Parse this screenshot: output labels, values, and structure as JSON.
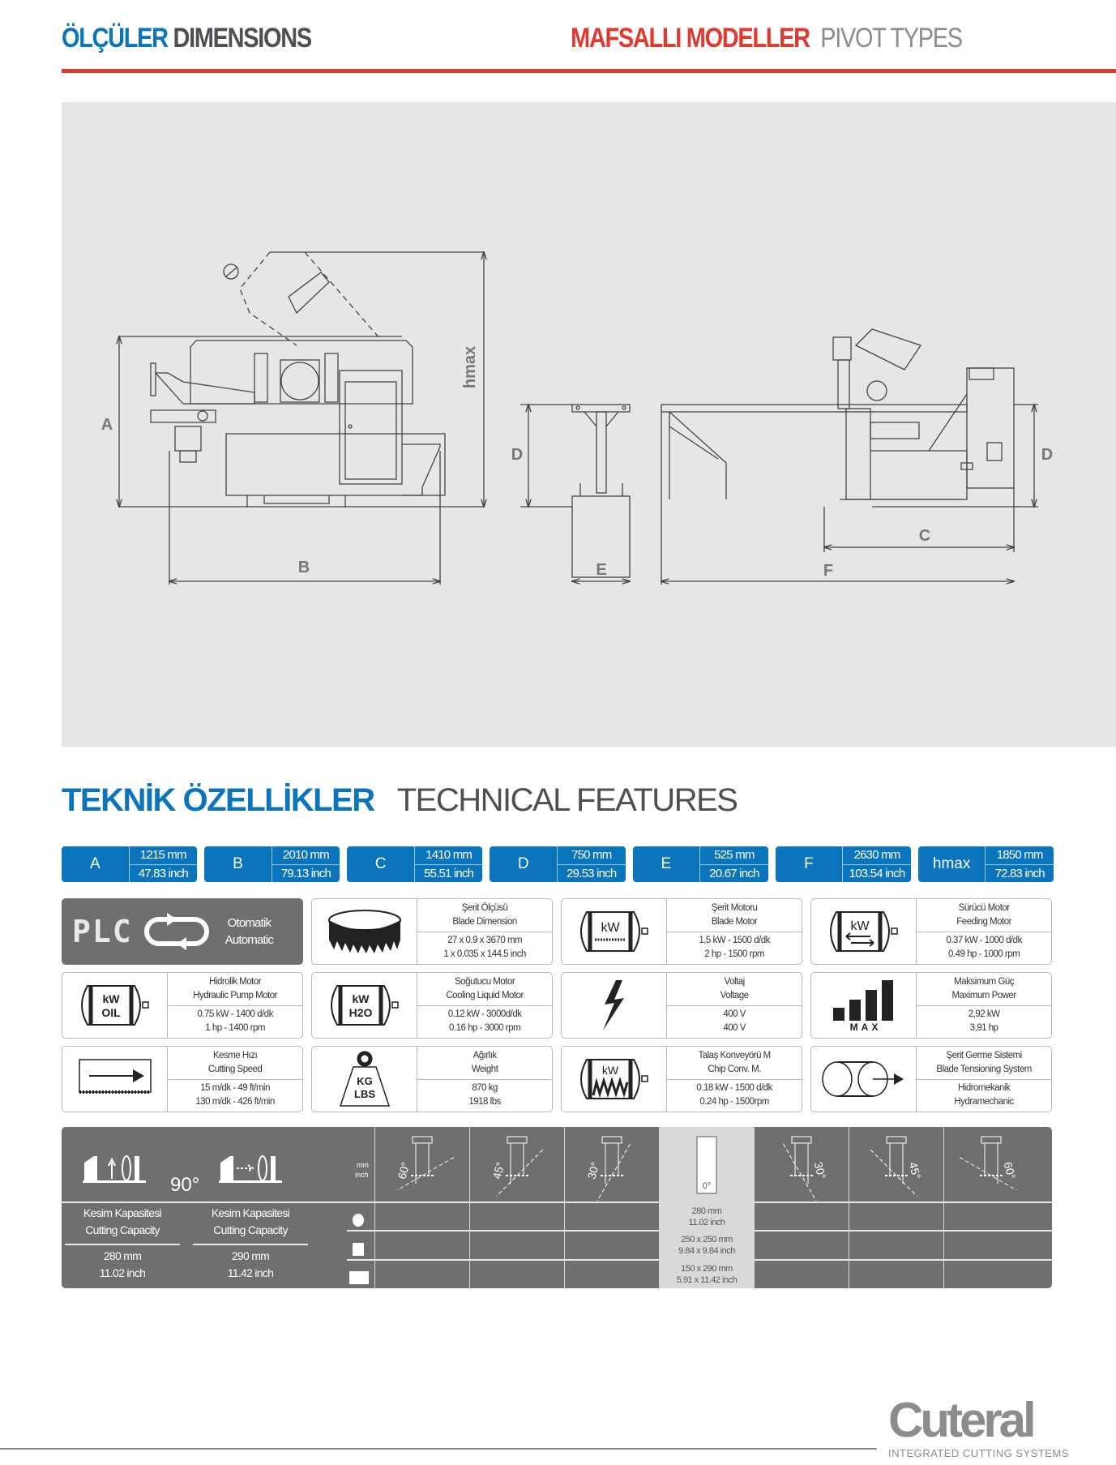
{
  "header": {
    "left_tr": "ÖLÇÜLER",
    "left_en": "DIMENSIONS",
    "right_tr": "MAFSALLI MODELLER",
    "right_en": "PIVOT TYPES"
  },
  "drawing": {
    "labels": {
      "a": "A",
      "b": "B",
      "hmax": "hmax",
      "d1": "D",
      "e": "E",
      "d2": "D",
      "c": "C",
      "f": "F"
    }
  },
  "tech": {
    "title_tr": "TEKNİK ÖZELLİKLER",
    "title_en": "TECHNICAL FEATURES"
  },
  "dimensions": [
    {
      "label": "A",
      "mm": "1215 mm",
      "inch": "47.83 inch"
    },
    {
      "label": "B",
      "mm": "2010 mm",
      "inch": "79.13 inch"
    },
    {
      "label": "C",
      "mm": "1410 mm",
      "inch": "55.51 inch"
    },
    {
      "label": "D",
      "mm": "750 mm",
      "inch": "29.53 inch"
    },
    {
      "label": "E",
      "mm": "525 mm",
      "inch": "20.67 inch"
    },
    {
      "label": "F",
      "mm": "2630 mm",
      "inch": "103.54 inch"
    },
    {
      "label": "hmax",
      "mm": "1850 mm",
      "inch": "72.83 inch"
    }
  ],
  "plc": {
    "word": "PLC",
    "tr": "Otomatik",
    "en": "Automatic"
  },
  "features": [
    {
      "icon": "blade-icon",
      "tr": "Şerit Ölçüsü",
      "en": "Blade Dimension",
      "v1": "27 x 0.9 x 3670 mm",
      "v2": "1 x 0.035 x 144.5 inch"
    },
    {
      "icon": "blade-motor-icon",
      "tr": "Şerit Motoru",
      "en": "Blade Motor",
      "v1": "1,5 kW - 1500 d/dk",
      "v2": "2 hp - 1500 rpm"
    },
    {
      "icon": "feeding-motor-icon",
      "tr": "Sürücü Motor",
      "en": "Feeding Motor",
      "v1": "0.37 kW - 1000 d/dk",
      "v2": "0.49 hp - 1000 rpm"
    },
    {
      "icon": "hydraulic-motor-icon",
      "tr": "Hidrolik Motor",
      "en": "Hydraulic Pump Motor",
      "v1": "0.75 kW - 1400 d/dk",
      "v2": "1 hp - 1400 rpm"
    },
    {
      "icon": "coolant-motor-icon",
      "tr": "Soğutucu Motor",
      "en": "Cooling Liquid Motor",
      "v1": "0.12 kW - 3000d/dk",
      "v2": "0.16 hp - 3000 rpm"
    },
    {
      "icon": "voltage-icon",
      "tr": "Voltaj",
      "en": "Voltage",
      "v1": "400 V",
      "v2": "400 V"
    },
    {
      "icon": "max-power-icon",
      "tr": "Maksimum Güç",
      "en": "Maximum Power",
      "v1": "2,92 kW",
      "v2": "3,91 hp"
    },
    {
      "icon": "cutting-speed-icon",
      "tr": "Kesme Hızı",
      "en": "Cutting Speed",
      "v1": "15 m/dk - 49 ft/min",
      "v2": "130 m/dk - 426 ft/min"
    },
    {
      "icon": "weight-icon",
      "tr": "Ağırlık",
      "en": "Weight",
      "v1": "870 kg",
      "v2": "1918  lbs"
    },
    {
      "icon": "chip-conveyor-motor-icon",
      "tr": "Talaş Konveyörü M",
      "en": "Chip Conv. M.",
      "v1": "0.18 kW - 1500 d/dk",
      "v2": "0.24 hp - 1500rpm"
    },
    {
      "icon": "blade-tension-icon",
      "tr": "Şerit Germe Sistemi",
      "en": "Blade Tensioning System",
      "v1": "Hidromekanik",
      "v2": "Hydramechanic"
    }
  ],
  "icon_text": {
    "kw": "kW",
    "oil": "OIL",
    "h2o": "H2O",
    "kg": "KG",
    "lbs": "LBS",
    "max": "MAX"
  },
  "cutting": {
    "angle90": "90°",
    "unit_mm": "mm",
    "unit_inch": "inch",
    "cap1": {
      "tr": "Kesim Kapasitesi",
      "en": "Cutting Capacity",
      "mm": "280 mm",
      "inch": "11.02 inch"
    },
    "cap2": {
      "tr": "Kesim Kapasitesi",
      "en": "Cutting Capacity",
      "mm": "290 mm",
      "inch": "11.42 inch"
    },
    "columns": [
      {
        "angle": "60°",
        "side": "left",
        "values": [
          "",
          "",
          ""
        ]
      },
      {
        "angle": "45°",
        "side": "left",
        "values": [
          "",
          "",
          ""
        ]
      },
      {
        "angle": "30°",
        "side": "left",
        "values": [
          "",
          "",
          ""
        ]
      },
      {
        "angle": "0°",
        "side": "none",
        "highlight": true,
        "values": [
          "280 mm|11.02 inch",
          "250 x 250 mm|9.84 x 9.84 inch",
          "150 x 290 mm|5.91 x 11.42 inch"
        ]
      },
      {
        "angle": "30°",
        "side": "right",
        "values": [
          "",
          "",
          ""
        ]
      },
      {
        "angle": "45°",
        "side": "right",
        "values": [
          "",
          "",
          ""
        ]
      },
      {
        "angle": "60°",
        "side": "right",
        "values": [
          "",
          "",
          ""
        ]
      }
    ]
  },
  "logo": {
    "word": "Cuteral",
    "tagline": "INTEGRATED CUTTING SYSTEMS"
  },
  "colors": {
    "blue": "#0a75bd",
    "red": "#e0392f",
    "gray_panel": "#6d6f71"
  }
}
